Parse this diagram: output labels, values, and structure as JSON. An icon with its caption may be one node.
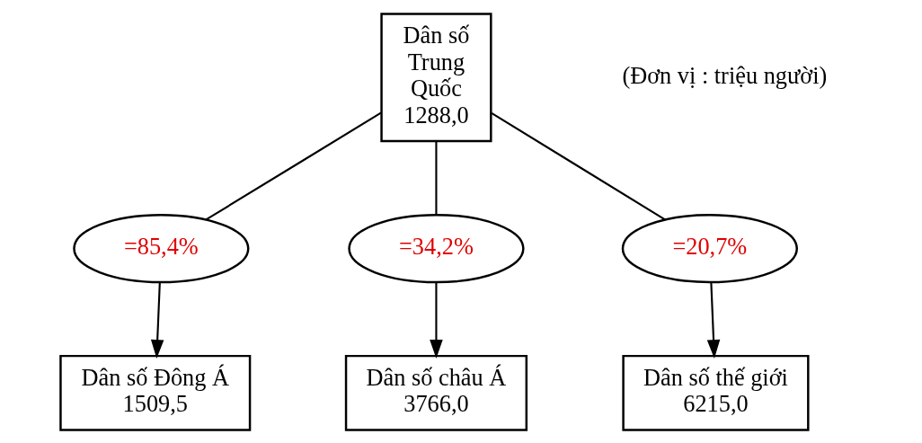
{
  "diagram": {
    "nodes": [
      {
        "text": [
          "Dân số Trung Quốc 1288,0"
        ]
      },
      {
        "text": [
          "=85,4%"
        ]
      },
      {
        "text": [
          "=34,2%"
        ]
      },
      {
        "text": [
          "=20,7%"
        ]
      },
      {
        "text": [
          "Dân số Đông Á 1509,5"
        ]
      },
      {
        "text": [
          "Dân số châu Á 3766,0"
        ]
      },
      {
        "text": [
          "Dân số thế giới 6215,0"
        ]
      }
    ],
    "edges": [
      {
        "from": 0,
        "to": 1,
        "arrow": "none"
      },
      {
        "from": 0,
        "to": 2,
        "arrow": "none"
      },
      {
        "from": 0,
        "to": 3,
        "arrow": "none"
      },
      {
        "from": 1,
        "to": 4,
        "arrow": "to"
      },
      {
        "from": 2,
        "to": 5,
        "arrow": "to"
      },
      {
        "from": 3,
        "to": 6,
        "arrow": "to"
      }
    ],
    "labels": [
      "(Đơn vị : triệu người)"
    ]
  }
}
